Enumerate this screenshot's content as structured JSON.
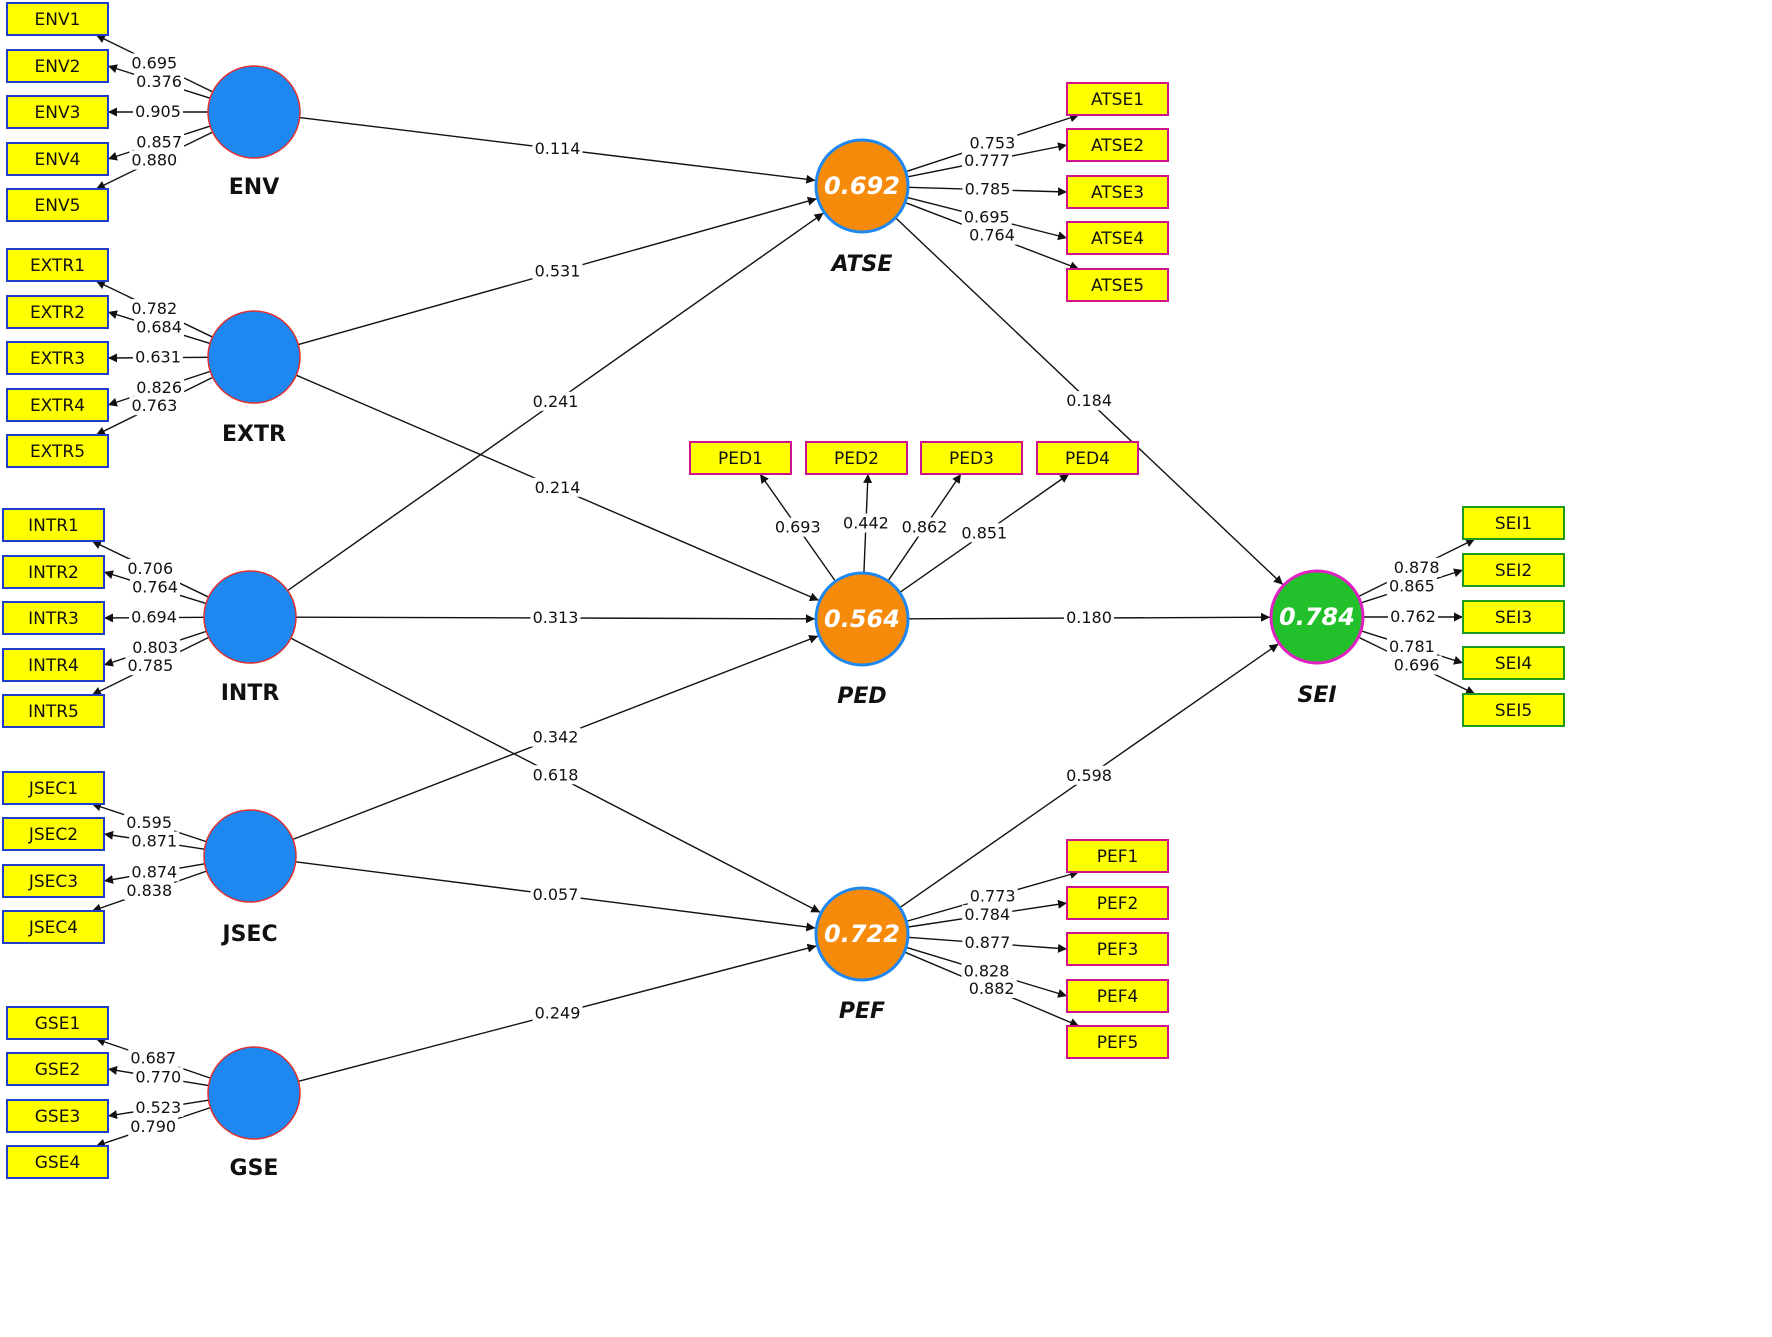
{
  "colors": {
    "exogenous_fill": "#1E88F0",
    "exogenous_stroke": "#E03030",
    "mediator_fill": "#F58A0B",
    "mediator_stroke": "#1E88F0",
    "outcome_fill": "#22C02A",
    "outcome_stroke": "#E020C0",
    "indicator_fill": "#FFFF00",
    "reflective_border": "#1E3DCC",
    "formative_border": "#D0108C",
    "outcome_border": "#1E9A1E"
  },
  "constructs": [
    {
      "id": "ENV",
      "label": "ENV",
      "role": "exogenous",
      "r2": ""
    },
    {
      "id": "EXTR",
      "label": "EXTR",
      "role": "exogenous",
      "r2": ""
    },
    {
      "id": "INTR",
      "label": "INTR",
      "role": "exogenous",
      "r2": ""
    },
    {
      "id": "JSEC",
      "label": "JSEC",
      "role": "exogenous",
      "r2": ""
    },
    {
      "id": "GSE",
      "label": "GSE",
      "role": "exogenous",
      "r2": ""
    },
    {
      "id": "ATSE",
      "label": "ATSE",
      "role": "mediator",
      "r2": "0.692"
    },
    {
      "id": "PED",
      "label": "PED",
      "role": "mediator",
      "r2": "0.564"
    },
    {
      "id": "PEF",
      "label": "PEF",
      "role": "mediator",
      "r2": "0.722"
    },
    {
      "id": "SEI",
      "label": "SEI",
      "role": "outcome",
      "r2": "0.784"
    }
  ],
  "indicators": [
    {
      "construct": "ENV",
      "items": [
        "ENV1",
        "ENV2",
        "ENV3",
        "ENV4",
        "ENV5"
      ],
      "loadings": [
        "0.695",
        "0.376",
        "0.905",
        "0.857",
        "0.880"
      ]
    },
    {
      "construct": "EXTR",
      "items": [
        "EXTR1",
        "EXTR2",
        "EXTR3",
        "EXTR4",
        "EXTR5"
      ],
      "loadings": [
        "0.782",
        "0.684",
        "0.631",
        "0.826",
        "0.763"
      ]
    },
    {
      "construct": "INTR",
      "items": [
        "INTR1",
        "INTR2",
        "INTR3",
        "INTR4",
        "INTR5"
      ],
      "loadings": [
        "0.706",
        "0.764",
        "0.694",
        "0.803",
        "0.785"
      ]
    },
    {
      "construct": "JSEC",
      "items": [
        "JSEC1",
        "JSEC2",
        "JSEC3",
        "JSEC4"
      ],
      "loadings": [
        "0.595",
        "0.871",
        "0.874",
        "0.838"
      ]
    },
    {
      "construct": "GSE",
      "items": [
        "GSE1",
        "GSE2",
        "GSE3",
        "GSE4"
      ],
      "loadings": [
        "0.687",
        "0.770",
        "0.523",
        "0.790"
      ]
    },
    {
      "construct": "ATSE",
      "items": [
        "ATSE1",
        "ATSE2",
        "ATSE3",
        "ATSE4",
        "ATSE5"
      ],
      "loadings": [
        "0.753",
        "0.777",
        "0.785",
        "0.695",
        "0.764"
      ]
    },
    {
      "construct": "PED",
      "items": [
        "PED1",
        "PED2",
        "PED3",
        "PED4"
      ],
      "loadings": [
        "0.693",
        "0.442",
        "0.862",
        "0.851"
      ]
    },
    {
      "construct": "PEF",
      "items": [
        "PEF1",
        "PEF2",
        "PEF3",
        "PEF4",
        "PEF5"
      ],
      "loadings": [
        "0.773",
        "0.784",
        "0.877",
        "0.828",
        "0.882"
      ]
    },
    {
      "construct": "SEI",
      "items": [
        "SEI1",
        "SEI2",
        "SEI3",
        "SEI4",
        "SEI5"
      ],
      "loadings": [
        "0.878",
        "0.865",
        "0.762",
        "0.781",
        "0.696"
      ]
    }
  ],
  "paths": [
    {
      "from": "ENV",
      "to": "ATSE",
      "coef": "0.114"
    },
    {
      "from": "EXTR",
      "to": "ATSE",
      "coef": "0.531"
    },
    {
      "from": "EXTR",
      "to": "PED",
      "coef": "0.214"
    },
    {
      "from": "INTR",
      "to": "ATSE",
      "coef": "0.241"
    },
    {
      "from": "INTR",
      "to": "PED",
      "coef": "0.313"
    },
    {
      "from": "INTR",
      "to": "PEF",
      "coef": "0.618"
    },
    {
      "from": "JSEC",
      "to": "PED",
      "coef": "0.342"
    },
    {
      "from": "JSEC",
      "to": "PEF",
      "coef": "0.057"
    },
    {
      "from": "GSE",
      "to": "PEF",
      "coef": "0.249"
    },
    {
      "from": "ATSE",
      "to": "SEI",
      "coef": "0.184"
    },
    {
      "from": "PED",
      "to": "SEI",
      "coef": "0.180"
    },
    {
      "from": "PEF",
      "to": "SEI",
      "coef": "0.598"
    }
  ]
}
